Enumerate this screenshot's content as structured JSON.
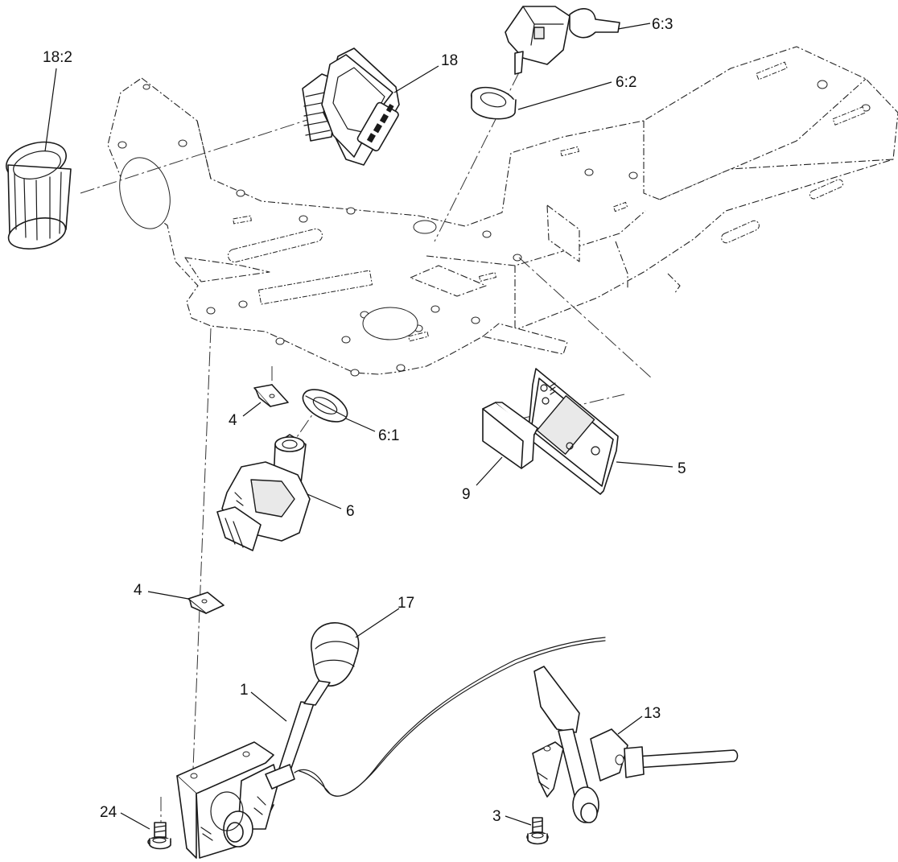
{
  "diagram": {
    "callouts": [
      {
        "id": "c-18-2",
        "label": "18:2"
      },
      {
        "id": "c-18",
        "label": "18"
      },
      {
        "id": "c-6-3",
        "label": "6:3"
      },
      {
        "id": "c-6-2",
        "label": "6:2"
      },
      {
        "id": "c-4-upper",
        "label": "4"
      },
      {
        "id": "c-6-1",
        "label": "6:1"
      },
      {
        "id": "c-6",
        "label": "6"
      },
      {
        "id": "c-5",
        "label": "5"
      },
      {
        "id": "c-9",
        "label": "9"
      },
      {
        "id": "c-4-lower",
        "label": "4"
      },
      {
        "id": "c-17",
        "label": "17"
      },
      {
        "id": "c-1",
        "label": "1"
      },
      {
        "id": "c-13",
        "label": "13"
      },
      {
        "id": "c-24",
        "label": "24"
      },
      {
        "id": "c-3",
        "label": "3"
      }
    ],
    "parts": [
      {
        "id": "p-hour-meter-nut",
        "icon": "hour-meter-nut-icon"
      },
      {
        "id": "p-hour-meter",
        "icon": "hour-meter-icon"
      },
      {
        "id": "p-key",
        "icon": "ignition-key-icon"
      },
      {
        "id": "p-switch-nut",
        "icon": "ignition-nut-icon"
      },
      {
        "id": "p-control-panel",
        "icon": "control-panel-bracket-icon"
      },
      {
        "id": "p-clip-upper",
        "icon": "speed-nut-icon"
      },
      {
        "id": "p-washer",
        "icon": "lock-washer-icon"
      },
      {
        "id": "p-ignition-switch",
        "icon": "ignition-switch-icon"
      },
      {
        "id": "p-decal-plate",
        "icon": "decal-plate-icon"
      },
      {
        "id": "p-rocker-switch",
        "icon": "rocker-switch-icon"
      },
      {
        "id": "p-clip-lower",
        "icon": "speed-nut-icon"
      },
      {
        "id": "p-knob",
        "icon": "throttle-knob-icon"
      },
      {
        "id": "p-throttle",
        "icon": "throttle-control-icon"
      },
      {
        "id": "p-choke",
        "icon": "choke-control-icon"
      },
      {
        "id": "p-screw-24",
        "icon": "screw-icon"
      },
      {
        "id": "p-screw-3",
        "icon": "screw-icon"
      }
    ]
  }
}
